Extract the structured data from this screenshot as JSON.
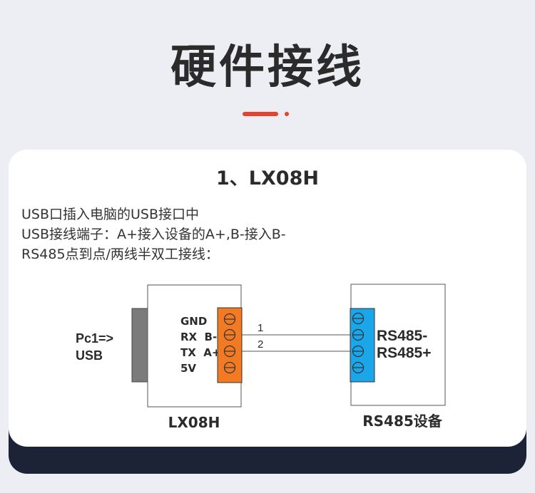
{
  "header": {
    "title": "硬件接线",
    "accent_color": "#e8402e"
  },
  "card": {
    "heading": "1、LX08H",
    "description_lines": [
      "USB口插入电脑的USB接口中",
      "USB接线端子：A+接入设备的A+,B-接入B-",
      "RS485点到点/两线半双工接线："
    ]
  },
  "diagram": {
    "pc_label_line1": "Pc1=>",
    "pc_label_line2": "USB",
    "left_device": {
      "name": "LX08H",
      "pins": [
        "GND",
        "RX  B-",
        "TX  A+",
        "5V"
      ],
      "terminal_color": "#f27a22"
    },
    "right_device": {
      "name": "RS485设备",
      "pin_label_1": "RS485-",
      "pin_label_2": "RS485+",
      "terminal_color": "#1aa6e8"
    },
    "wires": [
      "1",
      "2"
    ]
  }
}
